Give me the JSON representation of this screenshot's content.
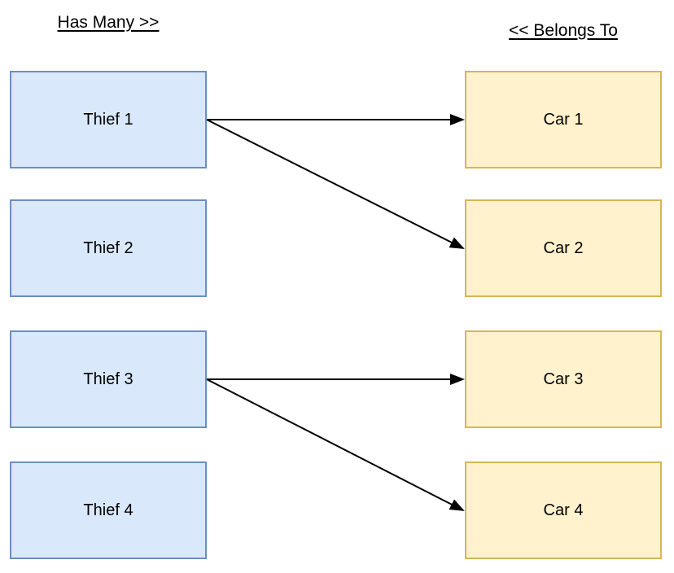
{
  "headings": {
    "left": "Has Many >>",
    "right": "<< Belongs To"
  },
  "thieves": [
    {
      "id": "thief-1",
      "label": "Thief 1"
    },
    {
      "id": "thief-2",
      "label": "Thief 2"
    },
    {
      "id": "thief-3",
      "label": "Thief 3"
    },
    {
      "id": "thief-4",
      "label": "Thief 4"
    }
  ],
  "cars": [
    {
      "id": "car-1",
      "label": "Car 1"
    },
    {
      "id": "car-2",
      "label": "Car 2"
    },
    {
      "id": "car-3",
      "label": "Car 3"
    },
    {
      "id": "car-4",
      "label": "Car 4"
    }
  ],
  "connections": [
    {
      "from": "thief-1",
      "to": "car-1"
    },
    {
      "from": "thief-1",
      "to": "car-2"
    },
    {
      "from": "thief-3",
      "to": "car-3"
    },
    {
      "from": "thief-3",
      "to": "car-4"
    }
  ],
  "colors": {
    "thief_fill": "#dae8fc",
    "thief_border": "#6c8ebf",
    "car_fill": "#fff2cc",
    "car_border": "#d6b656",
    "arrow": "#000000",
    "text": "#000000",
    "background": "#ffffff"
  }
}
